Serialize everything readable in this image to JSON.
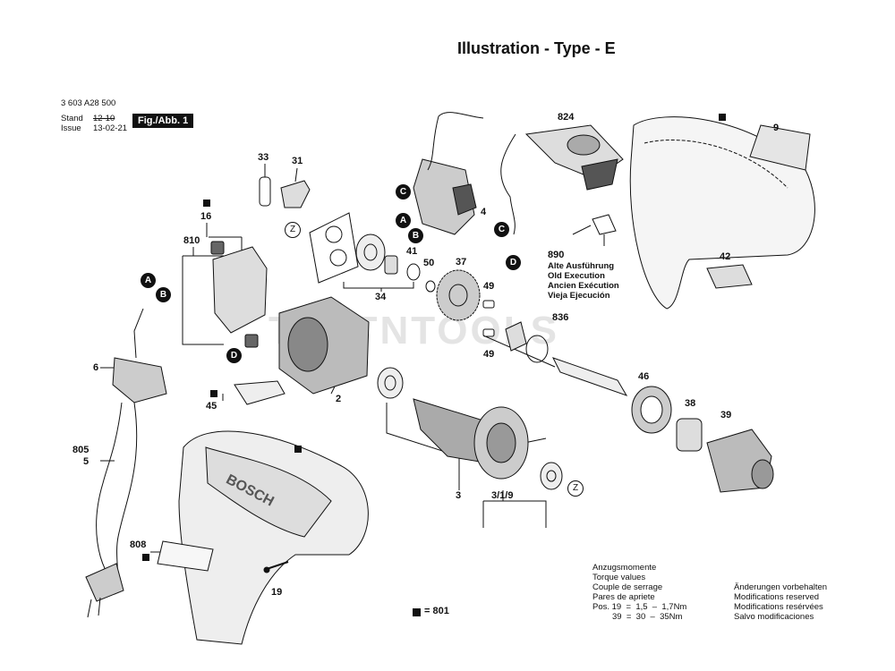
{
  "title": "Illustration - Type - E",
  "doc_number": "3 603 A28 500",
  "stand_label": "Stand",
  "issue_label": "Issue",
  "stand_date": "12-10",
  "issue_date": "13-02-21",
  "fig_label": "Fig./Abb. 1",
  "watermark": "TESTNTOOLS",
  "connectors": [
    "A",
    "B",
    "C",
    "D"
  ],
  "z_marker": "Z",
  "parts": {
    "p33": "33",
    "p31": "31",
    "p16": "16",
    "p810": "810",
    "p6": "6",
    "p805": "805",
    "p5": "5",
    "p808": "808",
    "p19": "19",
    "p45": "45",
    "p2": "2",
    "p4": "4",
    "p34": "34",
    "p41": "41",
    "p50": "50",
    "p37": "37",
    "p49a": "49",
    "p49b": "49",
    "p824": "824",
    "p9": "9",
    "p890": "890",
    "p42": "42",
    "p836": "836",
    "p46": "46",
    "p38": "38",
    "p39": "39",
    "p3": "3",
    "p319": "3/1/9"
  },
  "old_execution": [
    "Alte Ausführung",
    "Old Execution",
    "Ancien Exécution",
    "Vieja Ejecución"
  ],
  "legend_801": "= 801",
  "torque": {
    "lines": [
      "Anzugsmomente",
      "Torque values",
      "Couple de serrage",
      "Pares de apriete"
    ],
    "row1": "Pos. 19  =  1,5  –  1,7Nm",
    "row2": "39  =  30  –  35Nm"
  },
  "modifications": [
    "Änderungen vorbehalten",
    "Modifications reserved",
    "Modifications resérvées",
    "Salvo modificaciones"
  ],
  "brand_on_tool": "BOSCH"
}
